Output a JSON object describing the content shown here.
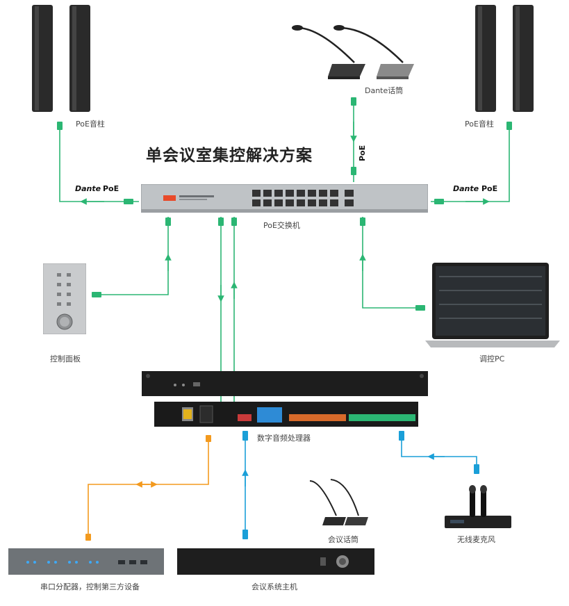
{
  "title": "单会议室集控解决方案",
  "labels": {
    "speaker_left": "PoE音柱",
    "speaker_right": "PoE音柱",
    "dante_mic": "Dante话筒",
    "poe_switch": "PoE交换机",
    "control_panel": "控制面板",
    "pc": "调控PC",
    "dsp": "数字音频处理器",
    "conf_mic": "会议话筒",
    "wireless_mic": "无线麦克风",
    "serial_splitter": "串口分配器，控制第三方设备",
    "conf_host": "会议系统主机"
  },
  "tags": {
    "dante": "Dante",
    "poe": "PoE",
    "poe_vertical": "PoE"
  },
  "colors": {
    "green": "#2bb673",
    "blue": "#1a9fd8",
    "orange": "#f39a1e"
  }
}
